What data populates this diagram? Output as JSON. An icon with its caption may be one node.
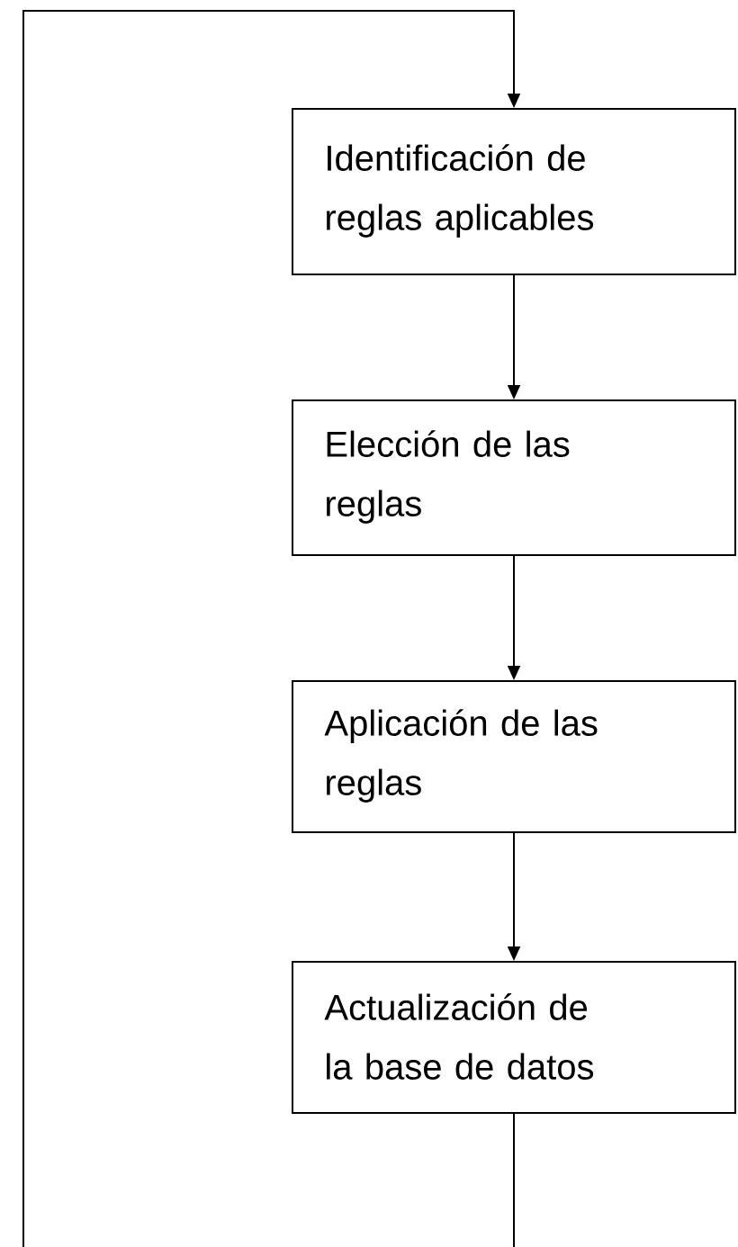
{
  "diagram": {
    "nodes": [
      {
        "text": [
          "Identificación de reglas aplicables"
        ]
      },
      {
        "text": [
          "Elección de las reglas"
        ]
      },
      {
        "text": [
          "Aplicación de las reglas"
        ]
      },
      {
        "text": [
          "Actualización de la base de datos"
        ]
      }
    ],
    "edges": [
      {
        "from": 0,
        "to": 1,
        "arrow": "to"
      },
      {
        "from": 1,
        "to": 2,
        "arrow": "to"
      },
      {
        "from": 2,
        "to": 3,
        "arrow": "to"
      },
      {
        "from": 3,
        "to": 0,
        "arrow": "to"
      }
    ]
  }
}
